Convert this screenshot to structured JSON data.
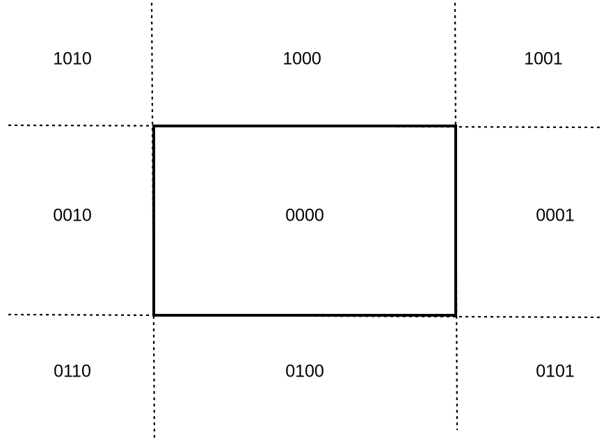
{
  "diagram": {
    "regions": {
      "top_left": "1010",
      "top_center": "1000",
      "top_right": "1001",
      "middle_left": "0010",
      "center": "0000",
      "middle_right": "0001",
      "bottom_left": "0110",
      "bottom_center": "0100",
      "bottom_right": "0101"
    },
    "colors": {
      "line": "#000000",
      "background": "#ffffff"
    }
  }
}
